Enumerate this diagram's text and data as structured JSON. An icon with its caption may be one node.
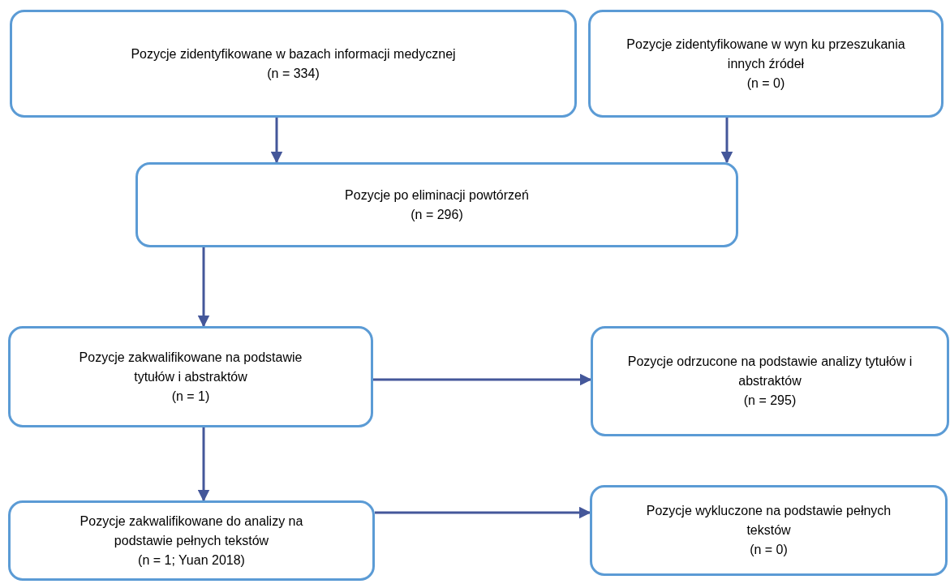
{
  "diagram": {
    "nodes": [
      {
        "text": [
          "Pozycje zidentyfikowane w bazach informacji medycznej",
          "(n = 334)"
        ]
      },
      {
        "text": [
          "Pozycje zidentyfikowane w wyn ku przeszukania innych źródeł",
          "(n = 0)"
        ]
      },
      {
        "text": [
          "Pozycje po eliminacji powtórzeń",
          "(n = 296)"
        ]
      },
      {
        "text": [
          "Pozycje zakwalifikowane na podstawie tytułów i abstraktów",
          "(n = 1)"
        ]
      },
      {
        "text": [
          "Pozycje odrzucone na podstawie analizy tytułów i abstraktów",
          "(n = 295)"
        ]
      },
      {
        "text": [
          "Pozycje zakwalifikowane do analizy na podstawie pełnych tekstów",
          "(n = 1; Yuan 2018)"
        ]
      },
      {
        "text": [
          "Pozycje wykluczone na podstawie pełnych tekstów",
          "(n = 0)"
        ]
      }
    ],
    "edges": [
      {
        "from": 0,
        "to": 2,
        "arrow": "to"
      },
      {
        "from": 1,
        "to": 2,
        "arrow": "to"
      },
      {
        "from": 2,
        "to": 3,
        "arrow": "to"
      },
      {
        "from": 3,
        "to": 4,
        "arrow": "to"
      },
      {
        "from": 3,
        "to": 5,
        "arrow": "to"
      },
      {
        "from": 5,
        "to": 6,
        "arrow": "to"
      }
    ]
  }
}
